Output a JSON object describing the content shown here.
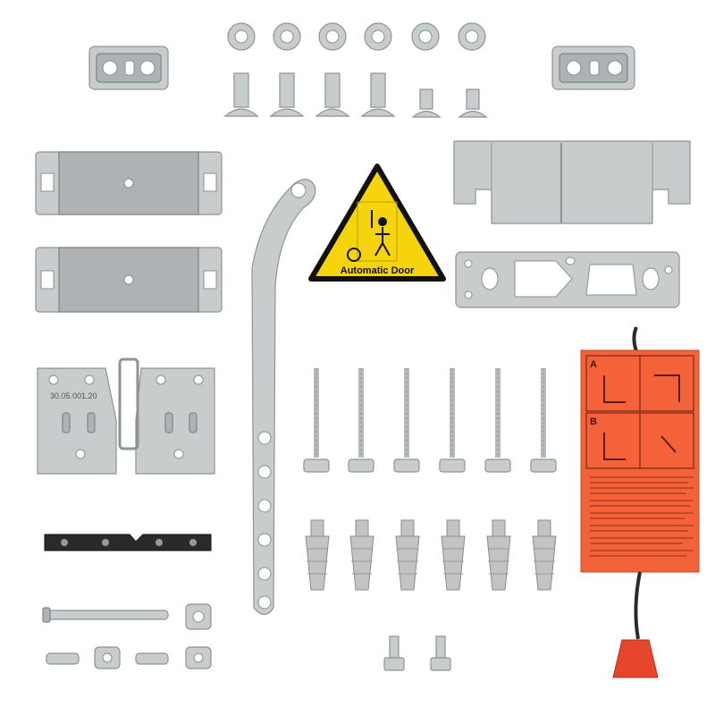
{
  "warning_sign": {
    "label": "Automatic Door",
    "colors": {
      "background": "#f6d40c",
      "border": "#111111",
      "text": "#111111"
    }
  },
  "bracket": {
    "stamp": "30.05.001.20"
  },
  "release_tag": {
    "color": "#f4623a",
    "panel_a": "A",
    "panel_b": "B",
    "knob_color": "#e8462a"
  },
  "hardware_icons": [
    "nut-icon",
    "carriage-bolt-icon",
    "mounting-plate-icon",
    "door-arm-icon",
    "wood-screw-icon",
    "wall-plug-icon",
    "pin-icon",
    "clip-icon"
  ]
}
